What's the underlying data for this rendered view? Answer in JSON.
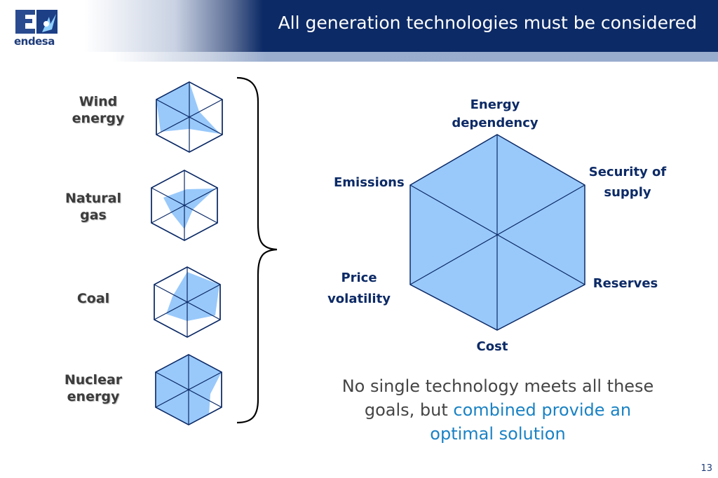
{
  "header": {
    "title": "All generation technologies must be considered",
    "logo_text": "endesa"
  },
  "technologies": [
    {
      "line1": "Wind",
      "line2": "energy",
      "icon": "wind-radar-icon"
    },
    {
      "line1": "Natural",
      "line2": "gas",
      "icon": "natural-gas-radar-icon"
    },
    {
      "line1": "Coal",
      "line2": "",
      "icon": "coal-radar-icon"
    },
    {
      "line1": "Nuclear",
      "line2": "energy",
      "icon": "nuclear-radar-icon"
    }
  ],
  "criteria": {
    "top": {
      "line1": "Energy",
      "line2": "dependency"
    },
    "upper_right": {
      "line1": "Security of",
      "line2": "supply"
    },
    "lower_right": {
      "line1": "Reserves"
    },
    "bottom": {
      "line1": "Cost"
    },
    "lower_left": {
      "line1": "Price",
      "line2": "volatility"
    },
    "upper_left": {
      "line1": "Emissions"
    }
  },
  "conclusion": {
    "line1": "No single technology meets all these",
    "part2_plain": "goals, but ",
    "part2_highlight": "combined provide an",
    "line3_highlight": "optimal solution"
  },
  "page_number": "13",
  "colors": {
    "navy": "#0c2a66",
    "fill_blue": "#99c9fb",
    "highlight": "#1a82c4"
  }
}
